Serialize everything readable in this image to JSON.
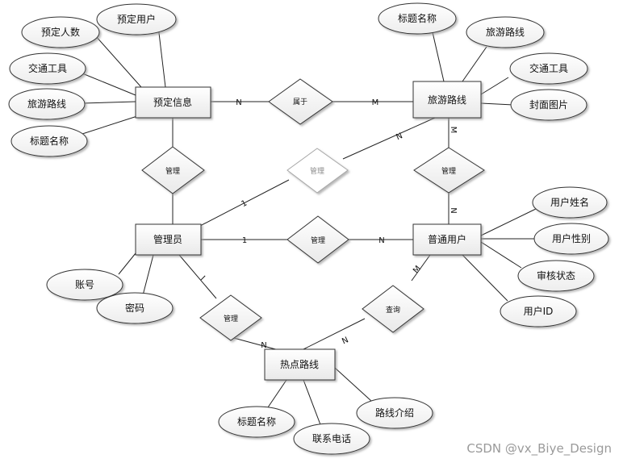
{
  "entities": {
    "booking": "预定信息",
    "route": "旅游路线",
    "admin": "管理员",
    "user": "普通用户",
    "hot": "热点路线"
  },
  "relationships": {
    "belongs": "属于",
    "manage_booking": "管理",
    "manage_route": "管理",
    "manage_user_route": "管理",
    "manage_user": "管理",
    "manage_hot": "管理",
    "query": "查询"
  },
  "attributes": {
    "booking_user": "预定用户",
    "booking_count": "预定人数",
    "booking_transport": "交通工具",
    "booking_route": "旅游路线",
    "booking_title": "标题名称",
    "route_title": "标题名称",
    "route_name": "旅游路线",
    "route_transport": "交通工具",
    "route_cover": "封面图片",
    "user_name": "用户姓名",
    "user_gender": "用户性别",
    "user_status": "审核状态",
    "user_id": "用户ID",
    "admin_account": "账号",
    "admin_password": "密码",
    "hot_title": "标题名称",
    "hot_phone": "联系电话",
    "hot_intro": "路线介绍"
  },
  "cardinalities": {
    "booking_belongs": "N",
    "belongs_route": "M",
    "route_manage_top": "N",
    "admin_manage_route": "1",
    "route_user_rel": "M",
    "user_route_rel": "N",
    "admin_manage_user": "1",
    "manage_user_n": "N",
    "admin_hot": "I",
    "manage_hot_n": "N",
    "query_hot_n": "N",
    "user_query_m": "M"
  },
  "watermark": "CSDN @vx_Biye_Design"
}
